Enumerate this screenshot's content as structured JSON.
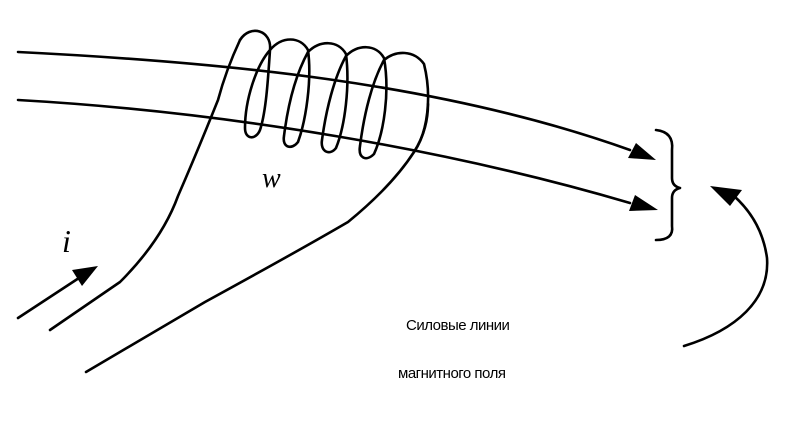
{
  "labels": {
    "current": "i",
    "turns": "w"
  },
  "caption": {
    "line1": "Силовые линии",
    "line2": "магнитного поля"
  },
  "colors": {
    "ink": "#000000",
    "background": "#ffffff"
  }
}
